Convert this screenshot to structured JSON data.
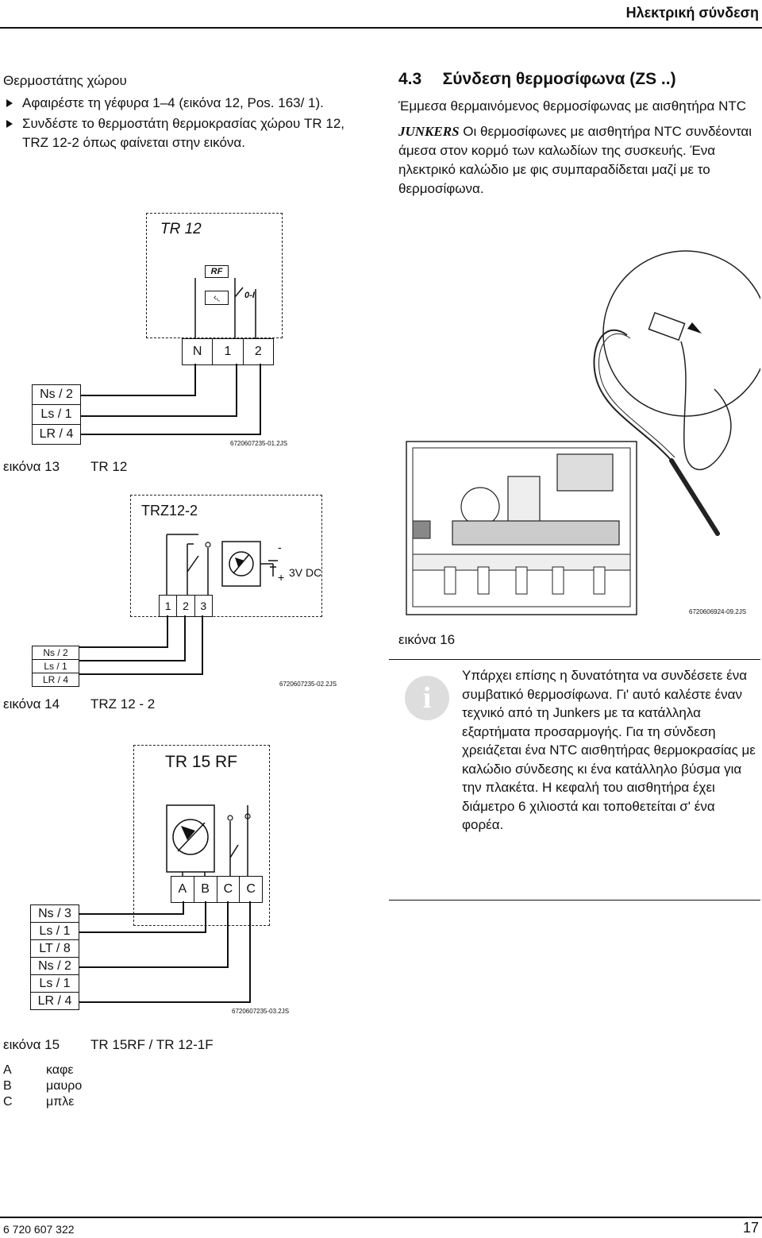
{
  "header": {
    "title": "Ηλεκτρική σύνδεση"
  },
  "left": {
    "heading": "Θερμοστάτης χώρου",
    "bullets": [
      "Αφαιρέστε τη γέφυρα 1–4 (εικόνα 12, Pos. 163/ 1).",
      "Συνδέστε το θερμοστάτη θερμοκρασίας χώρου TR 12, TRZ 12-2 όπως φαίνεται στην εικόνα."
    ]
  },
  "fig13": {
    "box_title": "TR 12",
    "rf_label": "RF",
    "switch_label": "0-I",
    "terminals": [
      "N",
      "1",
      "2"
    ],
    "stack": [
      "Ns / 2",
      "Ls / 1",
      "LR / 4"
    ],
    "code": "6720607235-01.2JS",
    "caption_num": "εικόνα 13",
    "caption_text": "TR 12"
  },
  "fig14": {
    "box_title": "TRZ12-2",
    "dc_label": "3V DC",
    "terminals": [
      "1",
      "2",
      "3"
    ],
    "stack": [
      "Ns / 2",
      "Ls / 1",
      "LR / 4"
    ],
    "code": "6720607235-02.2JS",
    "caption_num": "εικόνα 14",
    "caption_text": "TRZ 12 - 2"
  },
  "fig15": {
    "box_title": "TR 15 RF",
    "terminals": [
      "A",
      "B",
      "C",
      "C"
    ],
    "stack": [
      "Ns / 3",
      "Ls / 1",
      "LT / 8",
      "Ns / 2",
      "Ls / 1",
      "LR / 4"
    ],
    "code": "6720607235-03.2JS",
    "caption_num": "εικόνα 15",
    "caption_text": "TR 15RF / TR 12-1F",
    "legend": [
      {
        "key": "A",
        "value": "καφε"
      },
      {
        "key": "B",
        "value": "μαυρο"
      },
      {
        "key": "C",
        "value": "μπλε"
      }
    ]
  },
  "right": {
    "section_num": "4.3",
    "section_title": "Σύνδεση θερμοσίφωνα (ZS ..)",
    "para1": "Έμμεσα θερμαινόμενος θερμοσίφωνας με αισθητήρα NTC",
    "brand": "JUNKERS",
    "para2": "Οι θερμοσίφωνες με αισθητήρα NTC συνδέονται άμεσα στον κορμό των καλωδίων της συσκευής. Ένα ηλεκτρικό καλώδιο με φις συμπαραδίδεται μαζί με το θερμοσίφωνα."
  },
  "fig16": {
    "code": "6720606924-09.2JS",
    "caption_num": "εικόνα 16",
    "info_glyph": "i",
    "info_text": "Υπάρχει επίσης η δυνατότητα να συνδέσετε ένα συμβατικό θερμοσίφωνα. Γι' αυτό καλέστε έναν τεχνικό από τη Junkers με τα κατάλληλα εξαρτήματα προσαρμογής. Για τη σύνδεση χρειάζεται ένα NTC αισθητήρας θερμοκρασίας με καλώδιο σύνδεσης κι ένα κατάλληλο βύσμα για την πλακέτα. Η κεφαλή του αισθητήρα έχει διάμετρο 6 χιλιοστά και τοποθετείται σ' ένα φορέα."
  },
  "footer": {
    "doc_number": "6 720 607 322",
    "page": "17"
  }
}
